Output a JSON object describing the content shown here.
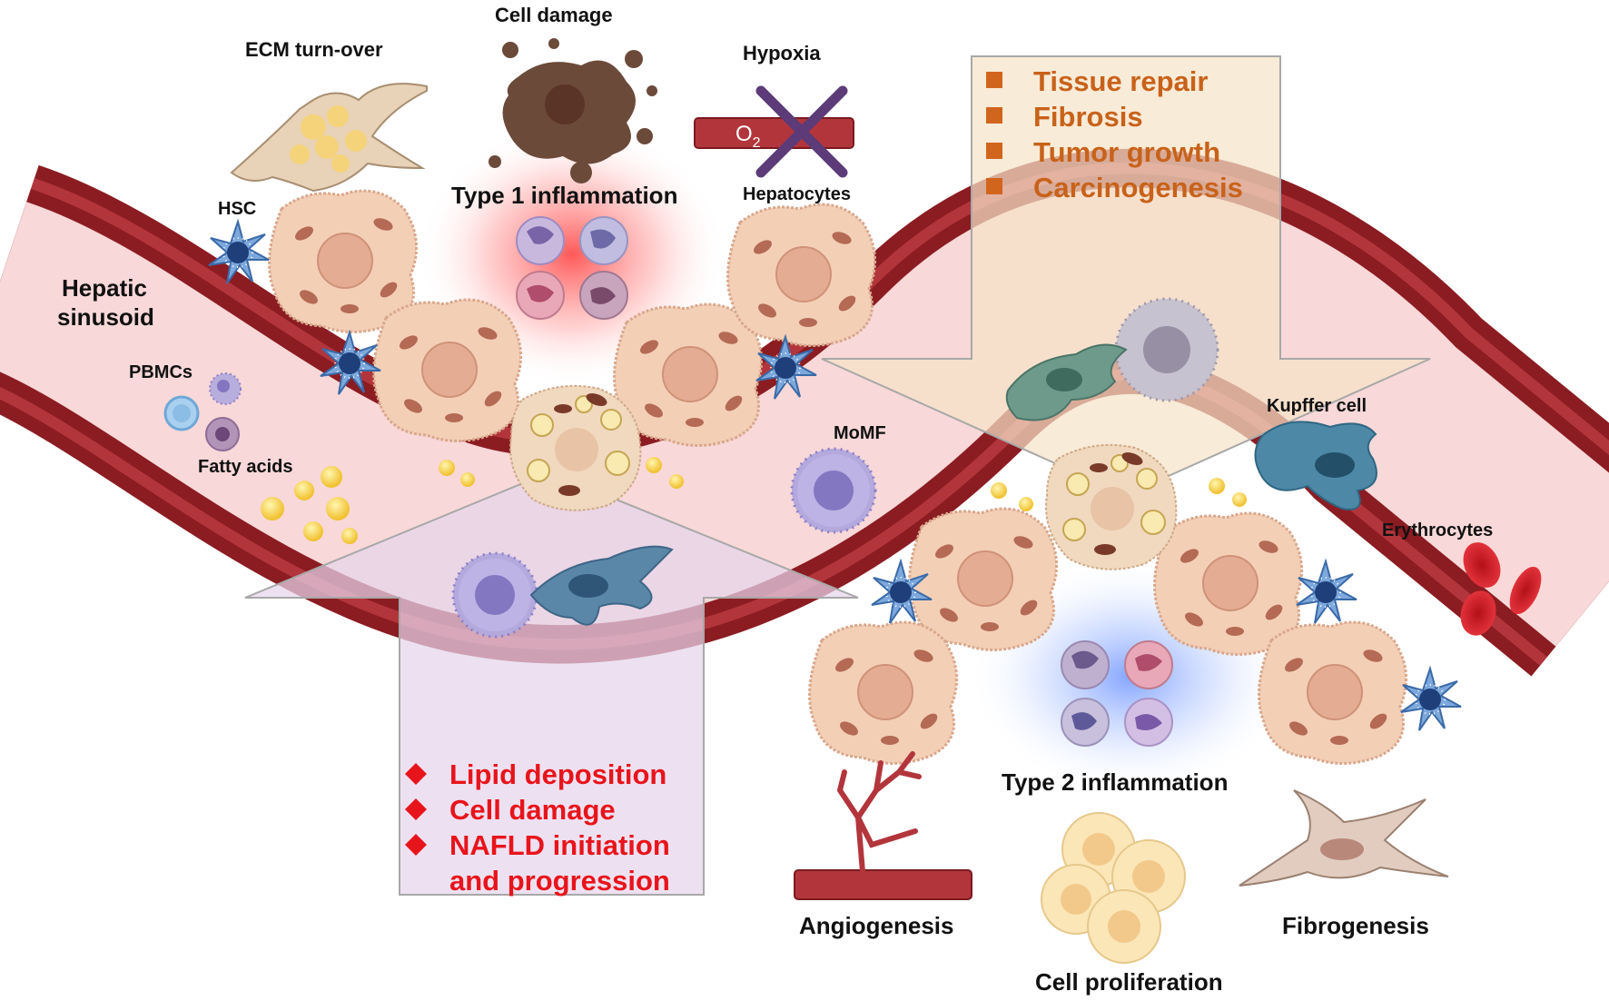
{
  "labels": {
    "ecm_turnover": "ECM turn-over",
    "cell_damage_top": "Cell damage",
    "hypoxia": "Hypoxia",
    "o2": "O",
    "o2_sub": "2",
    "hepatocytes": "Hepatocytes",
    "type1_inflammation": "Type 1 inflammation",
    "hsc": "HSC",
    "hepatic_sinusoid_line1": "Hepatic",
    "hepatic_sinusoid_line2": "sinusoid",
    "pbmcs": "PBMCs",
    "fatty_acids": "Fatty acids",
    "momf": "MoMF",
    "kupffer_cell": "Kupffer cell",
    "erythrocytes": "Erythrocytes",
    "type2_inflammation": "Type 2 inflammation",
    "angiogenesis": "Angiogenesis",
    "cell_proliferation": "Cell proliferation",
    "fibrogenesis": "Fibrogenesis"
  },
  "down_arrow": {
    "items": [
      "Tissue repair",
      "Fibrosis",
      "Tumor growth",
      "Carcinogenesis"
    ],
    "text_color": "#c8621a",
    "bullet_color": "#d2651e",
    "fill": "#f5e3c8"
  },
  "up_arrow": {
    "items": [
      "Lipid deposition",
      "Cell damage",
      "NAFLD initiation",
      "and progression"
    ],
    "text_color": "#e8141b",
    "bullet_color": "#e8141b",
    "fill": "#e6d6ec"
  },
  "colors": {
    "vessel_dark": "#8b1c22",
    "vessel_mid": "#b3353c",
    "vessel_lumen": "#f8d8d8",
    "hepatocyte_fill": "#f3cfb6",
    "hepatocyte_nucleus": "#e4ac92",
    "hsc_fill": "#3f78c0",
    "type1_glow": "#ff4a4a",
    "type2_glow": "#5a8cff"
  }
}
